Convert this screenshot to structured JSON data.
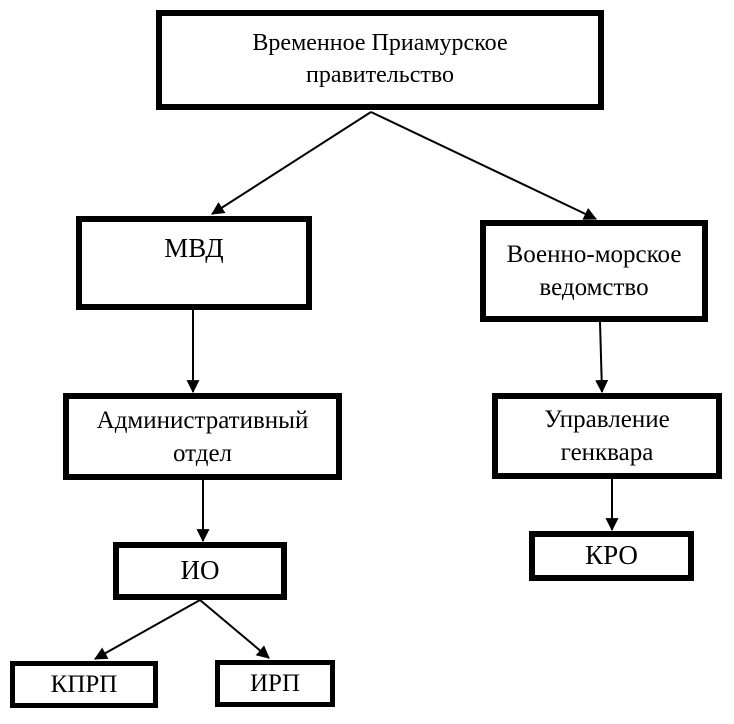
{
  "diagram": {
    "type": "flowchart",
    "nodes": {
      "government": {
        "label": "Временное Приамурское правительство"
      },
      "mvd": {
        "label": "МВД"
      },
      "navy": {
        "label": "Военно-морское ведомство"
      },
      "admin": {
        "label": "Административный отдел"
      },
      "genkvar": {
        "label": "Управление генквара"
      },
      "io": {
        "label": "ИО"
      },
      "kro": {
        "label": "КРО"
      },
      "kprp": {
        "label": "КПРП"
      },
      "irp": {
        "label": "ИРП"
      }
    },
    "edges": [
      {
        "from": "government",
        "to": "mvd"
      },
      {
        "from": "government",
        "to": "navy"
      },
      {
        "from": "mvd",
        "to": "admin"
      },
      {
        "from": "navy",
        "to": "genkvar"
      },
      {
        "from": "admin",
        "to": "io"
      },
      {
        "from": "genkvar",
        "to": "kro"
      },
      {
        "from": "io",
        "to": "kprp"
      },
      {
        "from": "io",
        "to": "irp"
      }
    ],
    "colors": {
      "border": "#000000",
      "line": "#000000",
      "text": "#000000",
      "background": "#ffffff"
    }
  }
}
